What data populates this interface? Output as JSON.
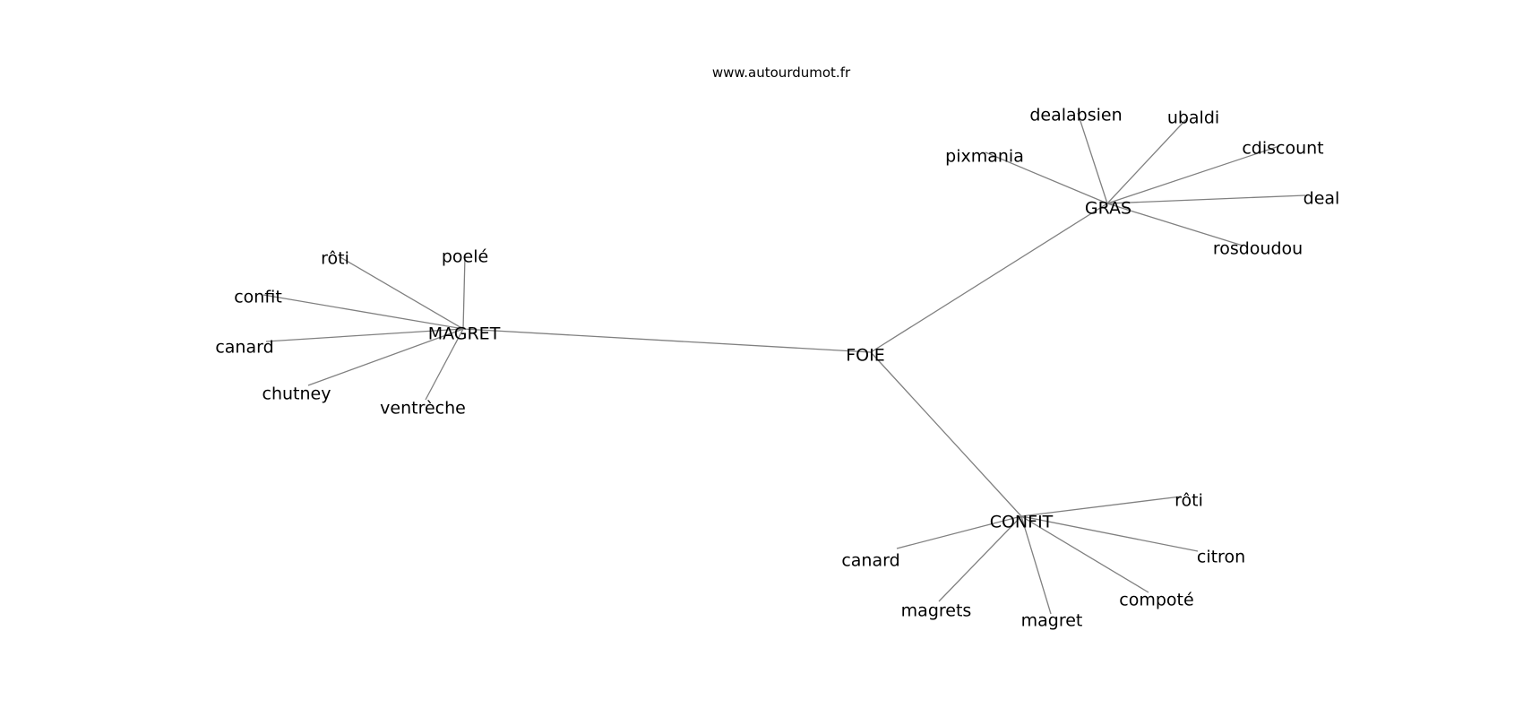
{
  "credit": "www.autourdumot.fr",
  "graph": {
    "root": {
      "id": "foie",
      "label": "FOIE"
    },
    "hubs": [
      {
        "id": "magret",
        "label": "MAGRET",
        "leaves": [
          "rôti",
          "poelé",
          "confit",
          "canard",
          "chutney",
          "ventrèche"
        ]
      },
      {
        "id": "gras",
        "label": "GRAS",
        "leaves": [
          "dealabsien",
          "ubaldi",
          "pixmania",
          "cdiscount",
          "deal",
          "rosdoudou"
        ]
      },
      {
        "id": "confit",
        "label": "CONFIT",
        "leaves": [
          "rôti",
          "citron",
          "canard",
          "compoté",
          "magrets",
          "magret"
        ]
      }
    ]
  },
  "colors": {
    "edge": "#808080",
    "text": "#000000",
    "background": "#ffffff"
  }
}
